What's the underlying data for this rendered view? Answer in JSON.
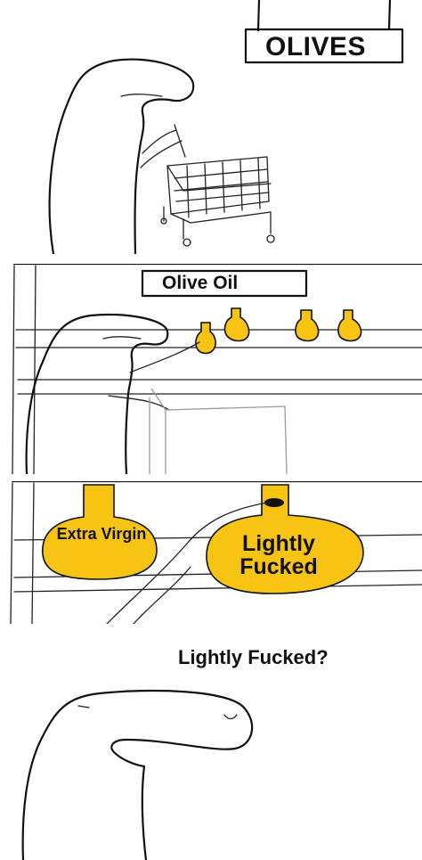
{
  "panels": [
    {
      "sign": "OLIVES"
    },
    {
      "sign": "Olive Oil",
      "bottle_count": 4
    },
    {
      "bottles": [
        {
          "label": "Extra Virgin"
        },
        {
          "label": "Lightly Fucked"
        }
      ]
    },
    {
      "speech": "Lightly Fucked?"
    }
  ],
  "colors": {
    "oil": "#f7c414",
    "ink": "#111111",
    "background": "#ffffff"
  }
}
